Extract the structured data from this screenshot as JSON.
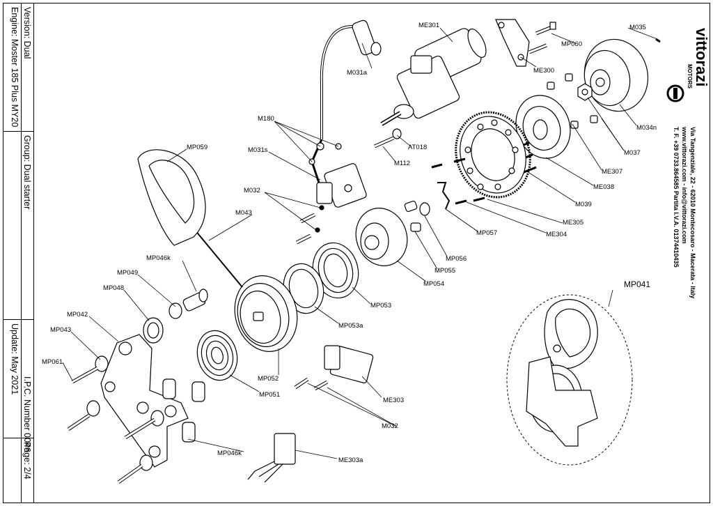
{
  "title_block": {
    "engine": "Engine: Moster 185 Plus MY20",
    "version": "Version: Dual",
    "group": "Group: Dual starter",
    "update": "Update: May 2021",
    "ipc": "I.P.C. Number 0046",
    "page": "Page: 2/4"
  },
  "brand": {
    "name": "vittorazi",
    "sub": "MOTORS",
    "address": "Via Tangenziale, 22 - 62010 Montecosaro - Macerata - Italy",
    "web": "www.vittorazi.com - info@vittorazi.com",
    "phone": "T. F. +39 0733.864585 Partita I.V.A. 01374410435"
  },
  "parts": [
    {
      "id": "lbl-me301",
      "text": "ME301"
    },
    {
      "id": "lbl-mp060",
      "text": "MP060"
    },
    {
      "id": "lbl-m035",
      "text": "M035"
    },
    {
      "id": "lbl-m031a",
      "text": "M031a"
    },
    {
      "id": "lbl-me300",
      "text": "ME300"
    },
    {
      "id": "lbl-m180",
      "text": "M180"
    },
    {
      "id": "lbl-m034n",
      "text": "M034n"
    },
    {
      "id": "lbl-mp059",
      "text": "MP059"
    },
    {
      "id": "lbl-m031s",
      "text": "M031s"
    },
    {
      "id": "lbl-at018",
      "text": "AT018"
    },
    {
      "id": "lbl-m037",
      "text": "M037"
    },
    {
      "id": "lbl-m112",
      "text": "M112"
    },
    {
      "id": "lbl-me307",
      "text": "ME307"
    },
    {
      "id": "lbl-me038",
      "text": "ME038"
    },
    {
      "id": "lbl-m032-top",
      "text": "M032"
    },
    {
      "id": "lbl-m039",
      "text": "M039"
    },
    {
      "id": "lbl-m043",
      "text": "M043"
    },
    {
      "id": "lbl-me305",
      "text": "ME305"
    },
    {
      "id": "lbl-mp057",
      "text": "MP057"
    },
    {
      "id": "lbl-me304",
      "text": "ME304"
    },
    {
      "id": "lbl-mp056",
      "text": "MP056"
    },
    {
      "id": "lbl-mp046k-top",
      "text": "MP046k"
    },
    {
      "id": "lbl-mp055",
      "text": "MP055"
    },
    {
      "id": "lbl-mp049",
      "text": "MP049"
    },
    {
      "id": "lbl-mp054",
      "text": "MP054"
    },
    {
      "id": "lbl-mp048",
      "text": "MP048"
    },
    {
      "id": "lbl-mp041",
      "text": "MP041"
    },
    {
      "id": "lbl-mp053",
      "text": "MP053"
    },
    {
      "id": "lbl-mp042",
      "text": "MP042"
    },
    {
      "id": "lbl-mp053a",
      "text": "MP053a"
    },
    {
      "id": "lbl-mp043",
      "text": "MP043"
    },
    {
      "id": "lbl-mp061",
      "text": "MP061"
    },
    {
      "id": "lbl-mp052",
      "text": "MP052"
    },
    {
      "id": "lbl-mp051",
      "text": "MP051"
    },
    {
      "id": "lbl-me303",
      "text": "ME303"
    },
    {
      "id": "lbl-m032-bot",
      "text": "M032"
    },
    {
      "id": "lbl-mp046k-bot",
      "text": "MP046k"
    },
    {
      "id": "lbl-me303a",
      "text": "ME303a"
    }
  ]
}
